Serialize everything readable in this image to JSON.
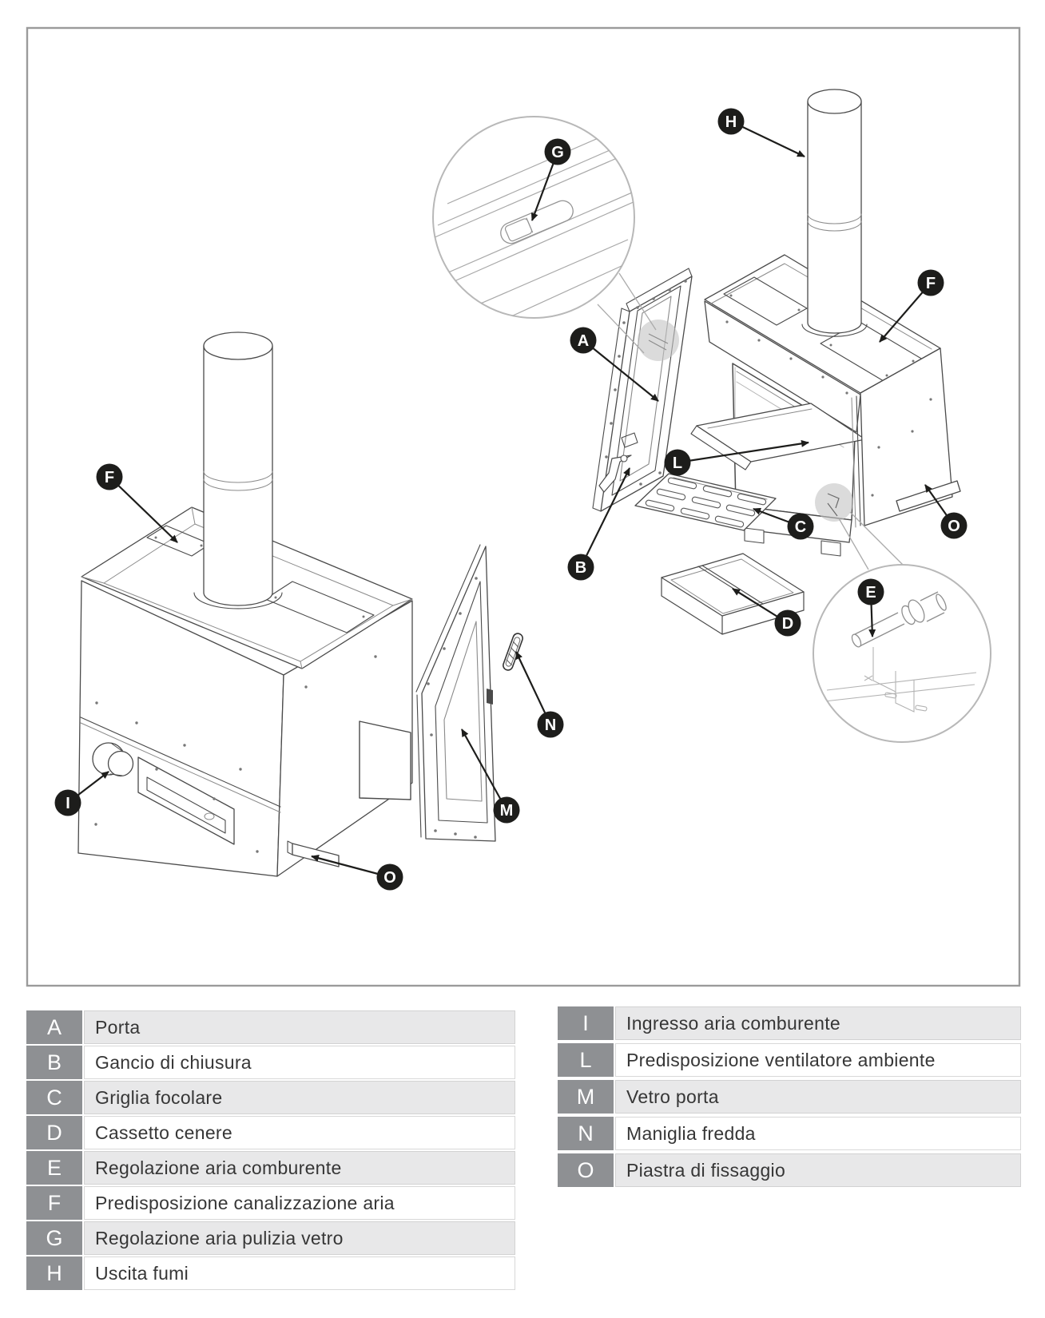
{
  "colors": {
    "callout_bg": "#1d1d1b",
    "callout_text": "#ffffff",
    "drawing_line": "#4a4a4a",
    "drawing_line_light": "#8a8a8a",
    "drawing_line_faint": "#b5b5b5",
    "frame_border": "#9b9b9b",
    "legend_key_bg": "#8e9093",
    "legend_alt_row_bg": "#e8e8e9",
    "legend_text": "#363636",
    "shade_spot": "#c3c3c3"
  },
  "callouts": {
    "a": "A",
    "b": "B",
    "c": "C",
    "d": "D",
    "e": "E",
    "f": "F",
    "g": "G",
    "h": "H",
    "i": "I",
    "l": "L",
    "m": "M",
    "n": "N",
    "o": "O"
  },
  "legend_left": {
    "rows": [
      {
        "key": "A",
        "label": "Porta"
      },
      {
        "key": "B",
        "label": "Gancio di chiusura"
      },
      {
        "key": "C",
        "label": "Griglia focolare"
      },
      {
        "key": "D",
        "label": "Cassetto cenere"
      },
      {
        "key": "E",
        "label": "Regolazione aria comburente"
      },
      {
        "key": "F",
        "label": "Predisposizione canalizzazione aria"
      },
      {
        "key": "G",
        "label": "Regolazione aria pulizia vetro"
      },
      {
        "key": "H",
        "label": "Uscita fumi"
      }
    ]
  },
  "legend_right": {
    "rows": [
      {
        "key": "I",
        "label": "Ingresso aria comburente"
      },
      {
        "key": "L",
        "label": "Predisposizione ventilatore ambiente"
      },
      {
        "key": "M",
        "label": "Vetro porta"
      },
      {
        "key": "N",
        "label": "Maniglia fredda"
      },
      {
        "key": "O",
        "label": "Piastra di fissaggio"
      }
    ]
  }
}
